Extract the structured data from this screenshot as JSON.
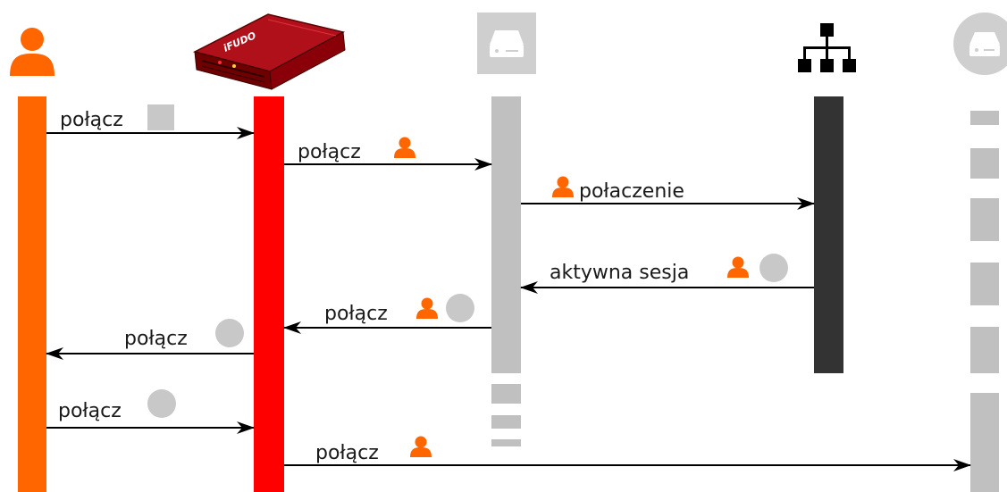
{
  "diagram": {
    "brand_text": "iFUDO",
    "colors": {
      "user": "#ff6600",
      "server": "#ff0000",
      "target": "#c0c0c0",
      "network": "#333333",
      "arrow": "#000000",
      "token": "#c8c8c8"
    },
    "actors": [
      {
        "id": "user",
        "icon": "user-icon"
      },
      {
        "id": "fudo",
        "icon": "fudo-appliance-icon"
      },
      {
        "id": "server",
        "icon": "server-icon"
      },
      {
        "id": "network",
        "icon": "network-hierarchy-icon"
      },
      {
        "id": "resource",
        "icon": "server-round-icon"
      }
    ],
    "messages": [
      {
        "label": "połącz",
        "from": "user",
        "to": "fudo",
        "badges": [
          "gray-square"
        ]
      },
      {
        "label": "połącz",
        "from": "fudo",
        "to": "server",
        "badges": [
          "user"
        ]
      },
      {
        "label": "połaczenie",
        "from": "server",
        "to": "network",
        "badges": [
          "user"
        ]
      },
      {
        "label": "aktywna sesja",
        "from": "network",
        "to": "server",
        "badges": [
          "user",
          "gray-circle"
        ]
      },
      {
        "label": "połącz",
        "from": "server",
        "to": "fudo",
        "badges": [
          "user",
          "gray-circle"
        ]
      },
      {
        "label": "połącz",
        "from": "fudo",
        "to": "user",
        "badges": [
          "gray-circle"
        ]
      },
      {
        "label": "połącz",
        "from": "user",
        "to": "fudo",
        "badges": [
          "gray-circle"
        ]
      },
      {
        "label": "połącz",
        "from": "fudo",
        "to": "resource",
        "badges": [
          "user"
        ]
      }
    ]
  }
}
